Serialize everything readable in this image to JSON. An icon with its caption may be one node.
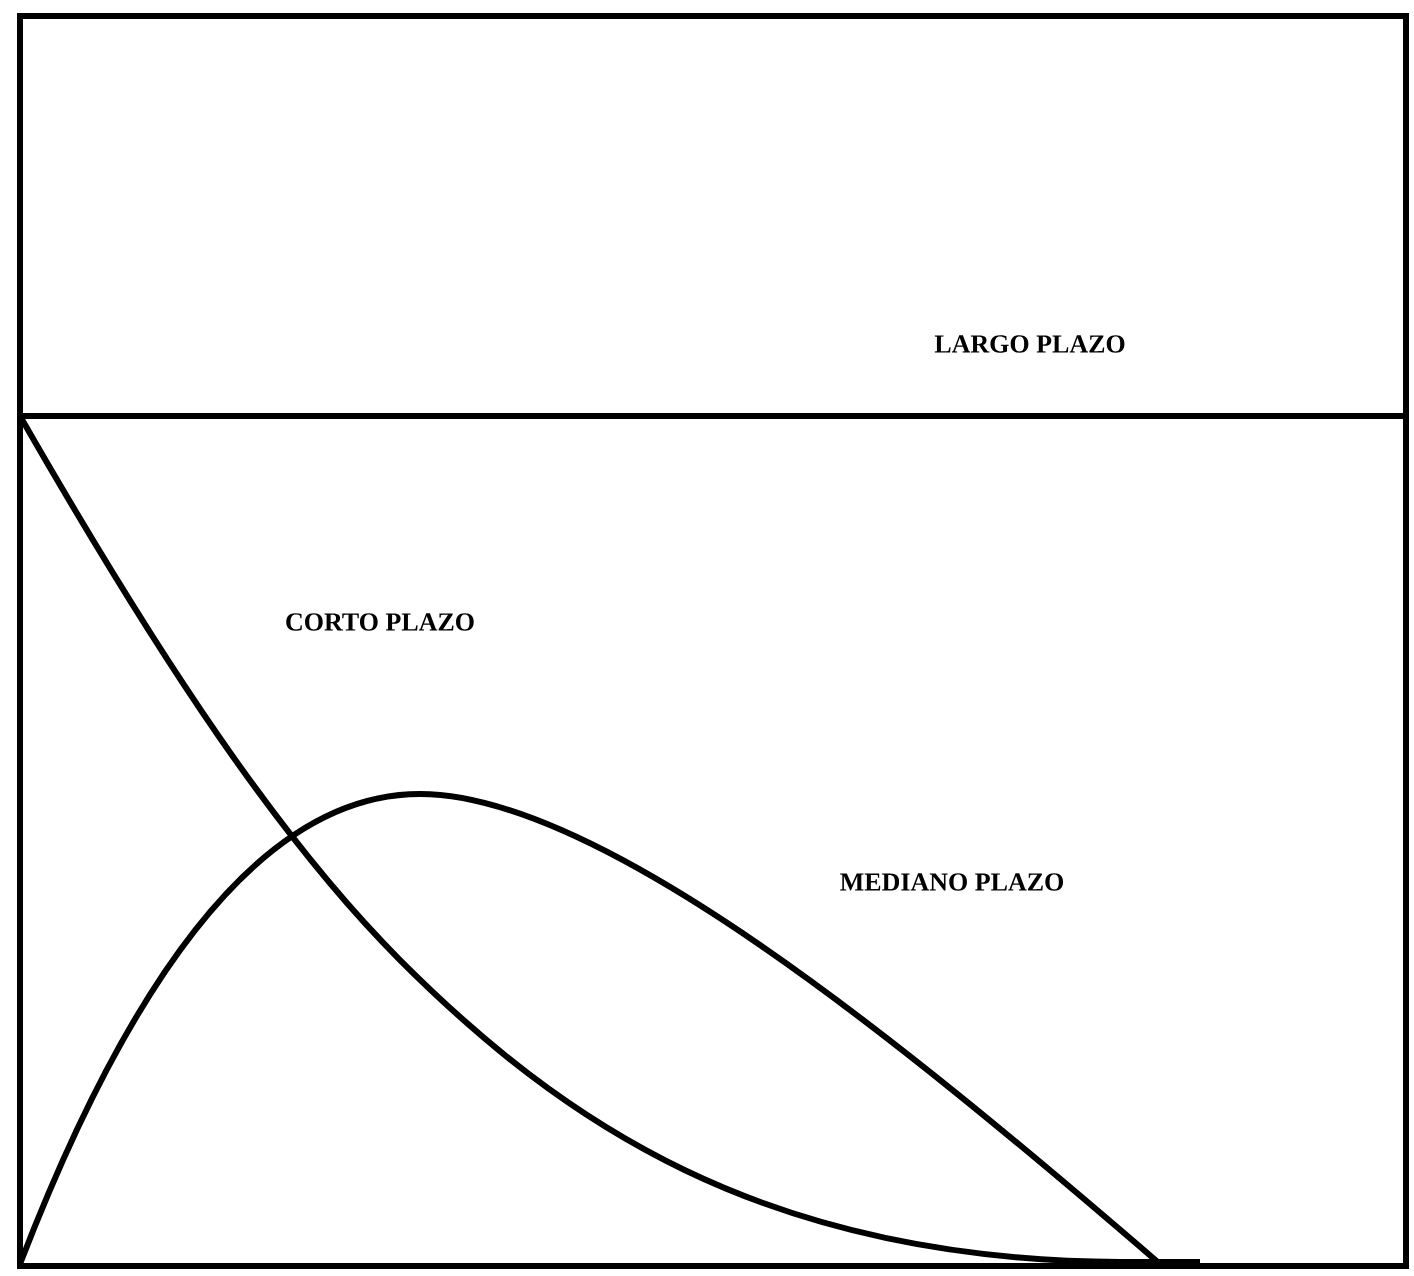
{
  "diagram": {
    "labels": [
      "LARGO PLAZO",
      "CORTO PLAZO",
      "MEDIANO PLAZO"
    ]
  }
}
